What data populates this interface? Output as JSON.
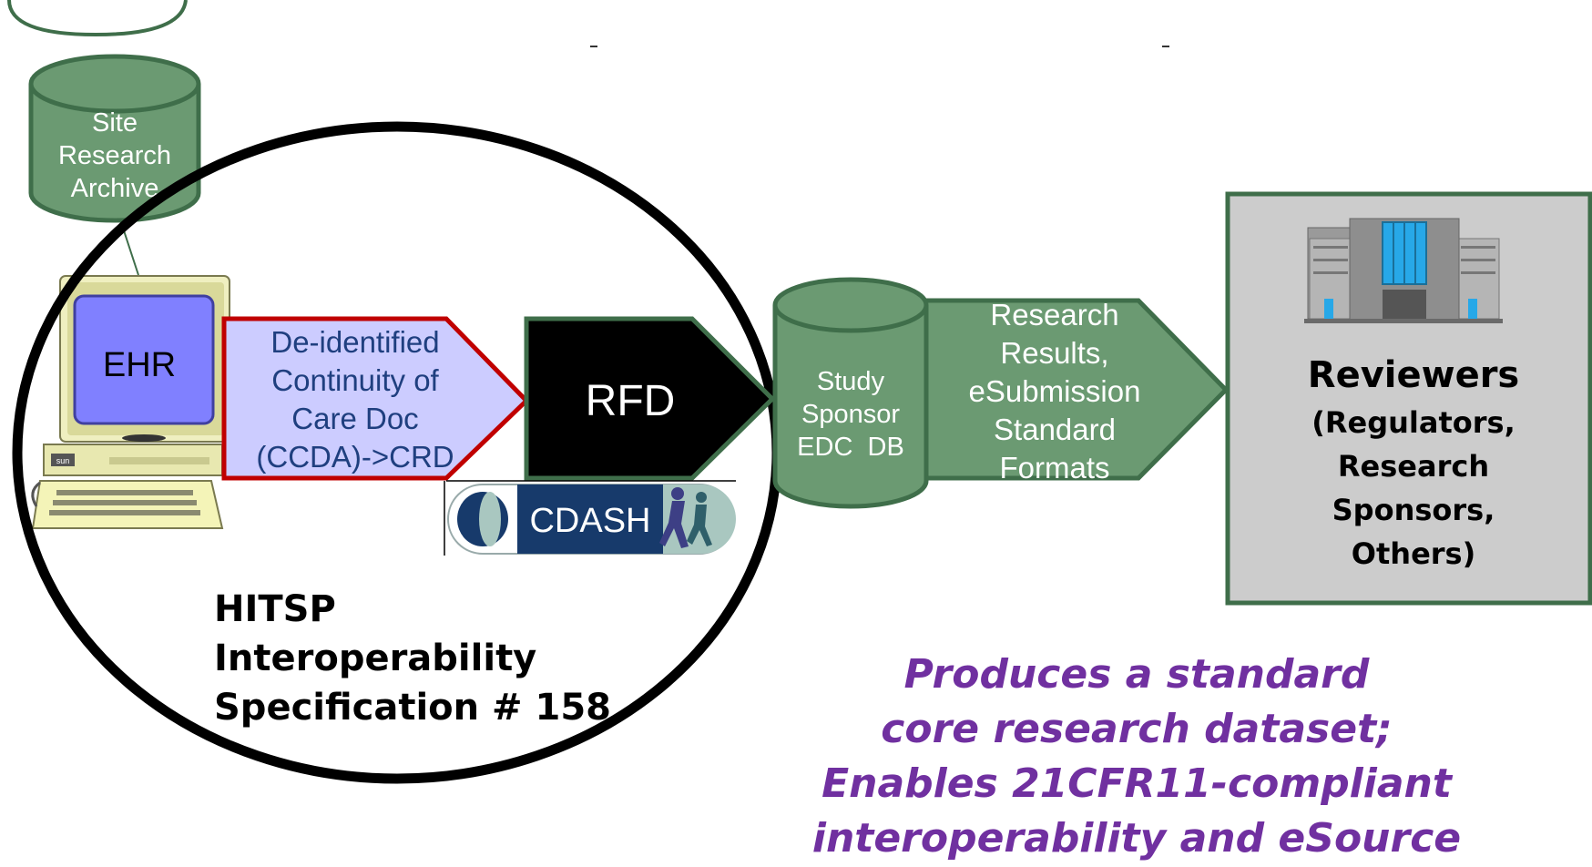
{
  "archive": {
    "lines": [
      "Site",
      "Research",
      "Archive"
    ]
  },
  "ehr": {
    "label": "EHR",
    "brand": "sun"
  },
  "ccda_arrow": {
    "lines": [
      "De-identified",
      "Continuity of",
      "Care Doc",
      "(CCDA)->CRD"
    ]
  },
  "rfd": {
    "label": "RFD"
  },
  "cdash_logo": {
    "label": "CDASH"
  },
  "hitsp": {
    "lines": [
      "HITSP",
      "Interoperability",
      "Specification # 158"
    ]
  },
  "sponsor_db": {
    "lines": [
      "Study",
      "Sponsor",
      "EDC  DB"
    ]
  },
  "results_arrow": {
    "lines": [
      "Research",
      "Results,",
      "eSubmission",
      "Standard",
      "Formats"
    ]
  },
  "reviewers": {
    "title": "Reviewers",
    "lines": [
      "(Regulators,",
      "Research",
      "Sponsors,",
      "Others)"
    ]
  },
  "tagline": {
    "lines": [
      "Produces a standard",
      "core research dataset;",
      "Enables 21CFR11-compliant",
      "interoperability and eSource"
    ]
  },
  "colors": {
    "green_fill": "#6b9a72",
    "green_stroke": "#3f6e4a",
    "ehr_screen": "#8080ff",
    "ccda_fill": "#ccccff",
    "ccda_border": "#c00000",
    "ccda_text": "#1f3f7f",
    "rfd_fill": "#000000",
    "reviewer_box": "#cccccc",
    "tagline": "#7030a0"
  }
}
